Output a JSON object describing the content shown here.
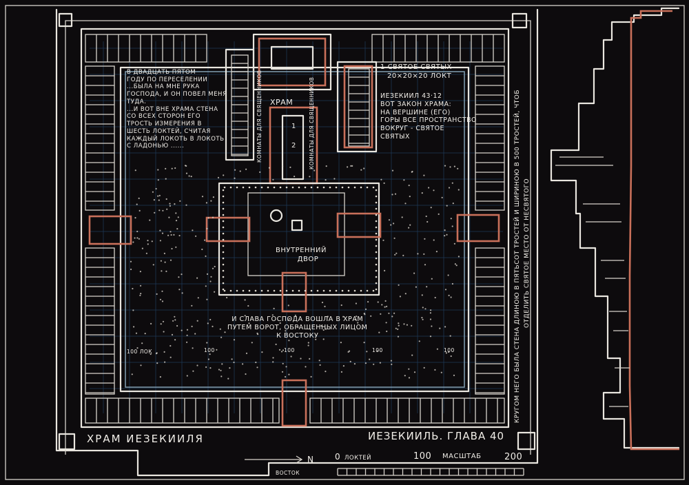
{
  "plan": {
    "title": "ХРАМ ИЕЗЕКИИЛЯ",
    "chapter": "ИЕЗЕКИИЛЬ. ГЛАВА 40",
    "temple_label": "ХРАМ",
    "inner_court_label": [
      "ВНУТРЕННИЙ",
      "ДВОР"
    ],
    "holy_of_holies": {
      "number": "1",
      "name": "СВЯТОЕ СВЯТЫХ",
      "size": "20×20×20 ЛОКТ"
    },
    "sanctuary_number": "2",
    "room_labels_vertical": [
      "КОМНАТЫ ДЛЯ СВЯЩЕННИКОВ",
      "КОМНАТЫ ДЛЯ СВЯЩЕННИКОВ"
    ],
    "quote_left": [
      "В ДВАДЦАТЬ ПЯТОМ",
      "ГОДУ ПО ПЕРЕСЕЛЕНИИ",
      "...БЫЛА НА МНЕ РУКА",
      "ГОСПОДА, И ОН ПОВЕЛ МЕНЯ",
      "ТУДА.",
      "...И ВОТ ВНЕ ХРАМА СТЕНА",
      "СО ВСЕХ СТОРОН ЕГО",
      "ТРОСТЬ ИЗМЕРЕНИЯ В",
      "ШЕСТЬ ЛОКТЕЙ, СЧИТАЯ",
      "КАЖДЫЙ ЛОКОТЬ В ЛОКОТЬ",
      "С ЛАДОНЬЮ ......"
    ],
    "quote_right": [
      "ИЕЗЕКИИЛ 43·12",
      "ВОТ ЗАКОН ХРАМА:",
      "НА ВЕРШИНЕ (ЕГО)",
      "ГОРЫ ВСЕ ПРОСТРАНСТВО",
      "ВОКРУГ - СВЯТОЕ",
      "СВЯТЫХ"
    ],
    "glory_quote": [
      "И СЛАВА ГОСПОДА ВОШЛА В ХРАМ",
      "ПУТЕМ ВОРОТ, ОБРАЩЕННЫХ ЛИЦОМ",
      "К ВОСТОКУ"
    ],
    "wall_quote_lines": [
      "КРУГОМ НЕГО БЫЛА СТЕНА ДЛИНОЮ В ПЯТЬСОТ ТРОСТЕЙ И ШИРИНОЮ В 500 ТРОСТЕЙ, ЧТОБ",
      "ОТДЕЛИТЬ СВЯТОЕ МЕСТО ОТ НЕСВЯТОГО"
    ],
    "measure_marks": [
      "100 ЛОК",
      "100",
      "100",
      "100",
      "100"
    ],
    "north_label": "N",
    "east_label": "ВОСТОК",
    "scale": {
      "zero": "0",
      "unit": "ЛОКТЕЙ",
      "mid": "100",
      "word": "МАСШТАБ",
      "end": "200"
    }
  },
  "colors": {
    "board": "#0d0b0d",
    "chalk": "#e9e6df",
    "red_chalk": "#c9705a",
    "blue_chalk": "#8fb0c6",
    "grid": "#1f3a5a"
  }
}
